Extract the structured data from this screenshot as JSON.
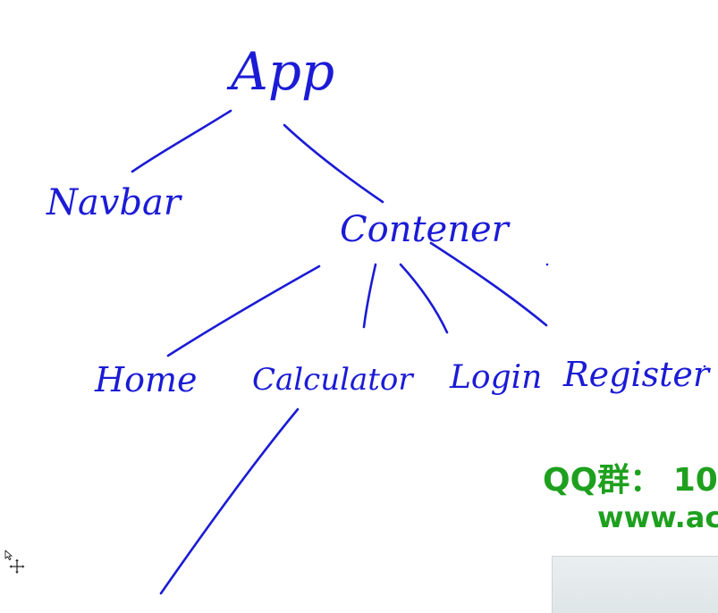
{
  "diagram": {
    "nodes": {
      "app": "App",
      "navbar": "Navbar",
      "container": "Contener",
      "home": "Home",
      "calculator": "Calculator",
      "login": "Login",
      "register": "Register"
    },
    "edges": [
      [
        "app",
        "navbar"
      ],
      [
        "app",
        "container"
      ],
      [
        "container",
        "home"
      ],
      [
        "container",
        "calculator"
      ],
      [
        "container",
        "login"
      ],
      [
        "container",
        "register"
      ],
      [
        "calculator",
        "(unlabeled child)"
      ]
    ]
  },
  "overlay": {
    "qq_group": "QQ群： 10",
    "website": "www.ac"
  },
  "colors": {
    "ink": "#1b1bd6",
    "watermark": "#1ea01e",
    "background": "#ffffff"
  },
  "icons": [
    "pointer-arrow-icon",
    "move-cross-icon"
  ]
}
